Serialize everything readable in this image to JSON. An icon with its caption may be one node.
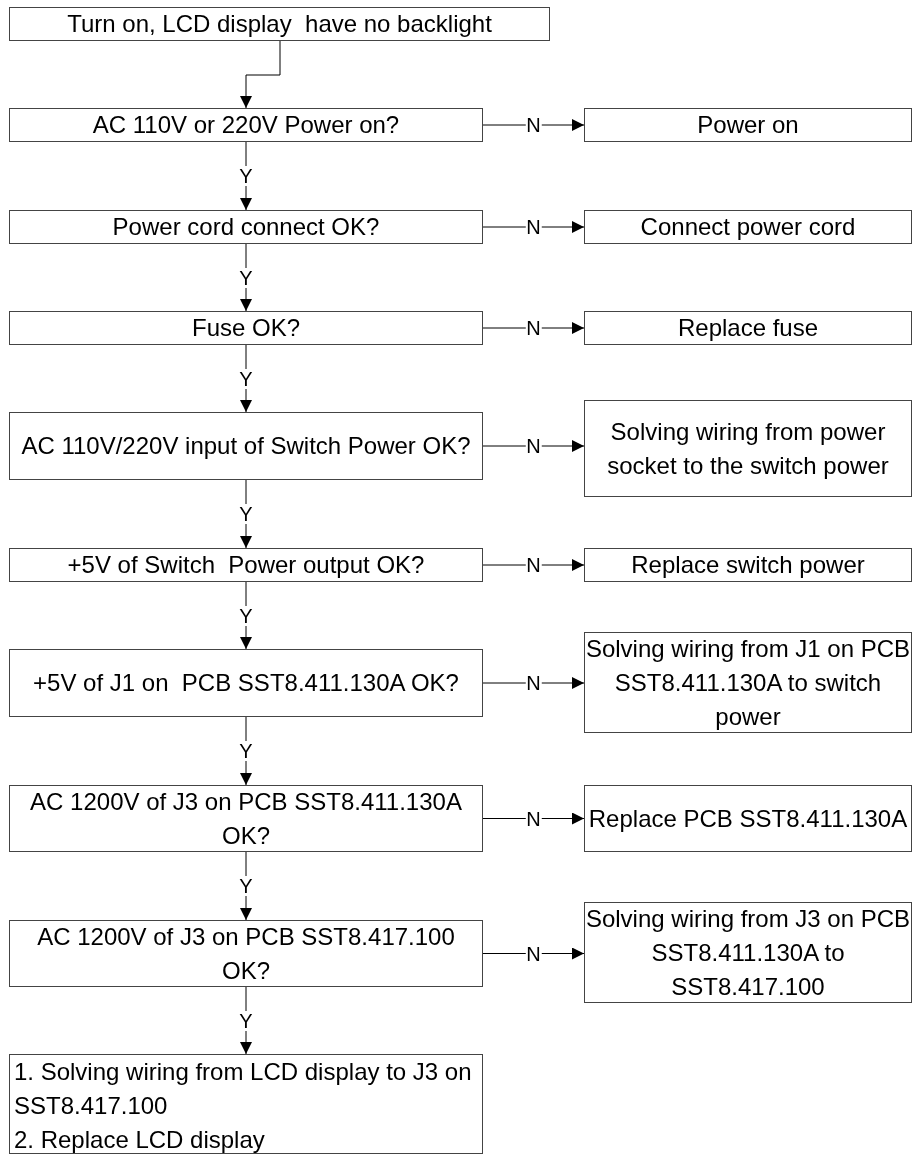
{
  "diagram": {
    "nodes": [
      {
        "text": [
          "Turn on, LCD display  have no backlight"
        ]
      },
      {
        "text": [
          "AC 110V or 220V Power on?"
        ]
      },
      {
        "text": [
          "Power on"
        ]
      },
      {
        "text": [
          "Power cord connect OK?"
        ]
      },
      {
        "text": [
          "Connect power cord"
        ]
      },
      {
        "text": [
          "Fuse OK?"
        ]
      },
      {
        "text": [
          "Replace fuse"
        ]
      },
      {
        "text": [
          "AC 110V/220V input of Switch Power OK?"
        ]
      },
      {
        "text": [
          "Solving wiring from power socket to the switch power"
        ]
      },
      {
        "text": [
          "+5V of Switch  Power output OK?"
        ]
      },
      {
        "text": [
          "Replace switch power"
        ]
      },
      {
        "text": [
          "+5V of J1 on  PCB SST8.411.130A OK?"
        ]
      },
      {
        "text": [
          "Solving wiring from J1 on PCB SST8.411.130A to switch power"
        ]
      },
      {
        "text": [
          "AC 1200V of J3 on PCB SST8.411.130A OK?"
        ]
      },
      {
        "text": [
          "Replace PCB SST8.411.130A"
        ]
      },
      {
        "text": [
          "AC 1200V of J3 on PCB SST8.417.100 OK?"
        ]
      },
      {
        "text": [
          "Solving wiring from J3 on PCB SST8.411.130A to SST8.417.100"
        ]
      },
      {
        "text": [
          "1. Solving wiring from LCD display to J3 on  SST8.417.100",
          "2. Replace LCD display"
        ]
      }
    ],
    "edges": [
      {
        "from": 0,
        "to": 1,
        "arrow": "to"
      },
      {
        "from": 1,
        "to": 2,
        "arrow": "to",
        "label": "N"
      },
      {
        "from": 1,
        "to": 3,
        "arrow": "to",
        "label": "Y"
      },
      {
        "from": 3,
        "to": 4,
        "arrow": "to",
        "label": "N"
      },
      {
        "from": 3,
        "to": 5,
        "arrow": "to",
        "label": "Y"
      },
      {
        "from": 5,
        "to": 6,
        "arrow": "to",
        "label": "N"
      },
      {
        "from": 5,
        "to": 7,
        "arrow": "to",
        "label": "Y"
      },
      {
        "from": 7,
        "to": 8,
        "arrow": "to",
        "label": "N"
      },
      {
        "from": 7,
        "to": 9,
        "arrow": "to",
        "label": "Y"
      },
      {
        "from": 9,
        "to": 10,
        "arrow": "to",
        "label": "N"
      },
      {
        "from": 9,
        "to": 11,
        "arrow": "to",
        "label": "Y"
      },
      {
        "from": 11,
        "to": 12,
        "arrow": "to",
        "label": "N"
      },
      {
        "from": 11,
        "to": 13,
        "arrow": "to",
        "label": "Y"
      },
      {
        "from": 13,
        "to": 14,
        "arrow": "to",
        "label": "N"
      },
      {
        "from": 13,
        "to": 15,
        "arrow": "to",
        "label": "Y"
      },
      {
        "from": 15,
        "to": 16,
        "arrow": "to",
        "label": "N"
      },
      {
        "from": 15,
        "to": 17,
        "arrow": "to",
        "label": "Y"
      }
    ]
  }
}
